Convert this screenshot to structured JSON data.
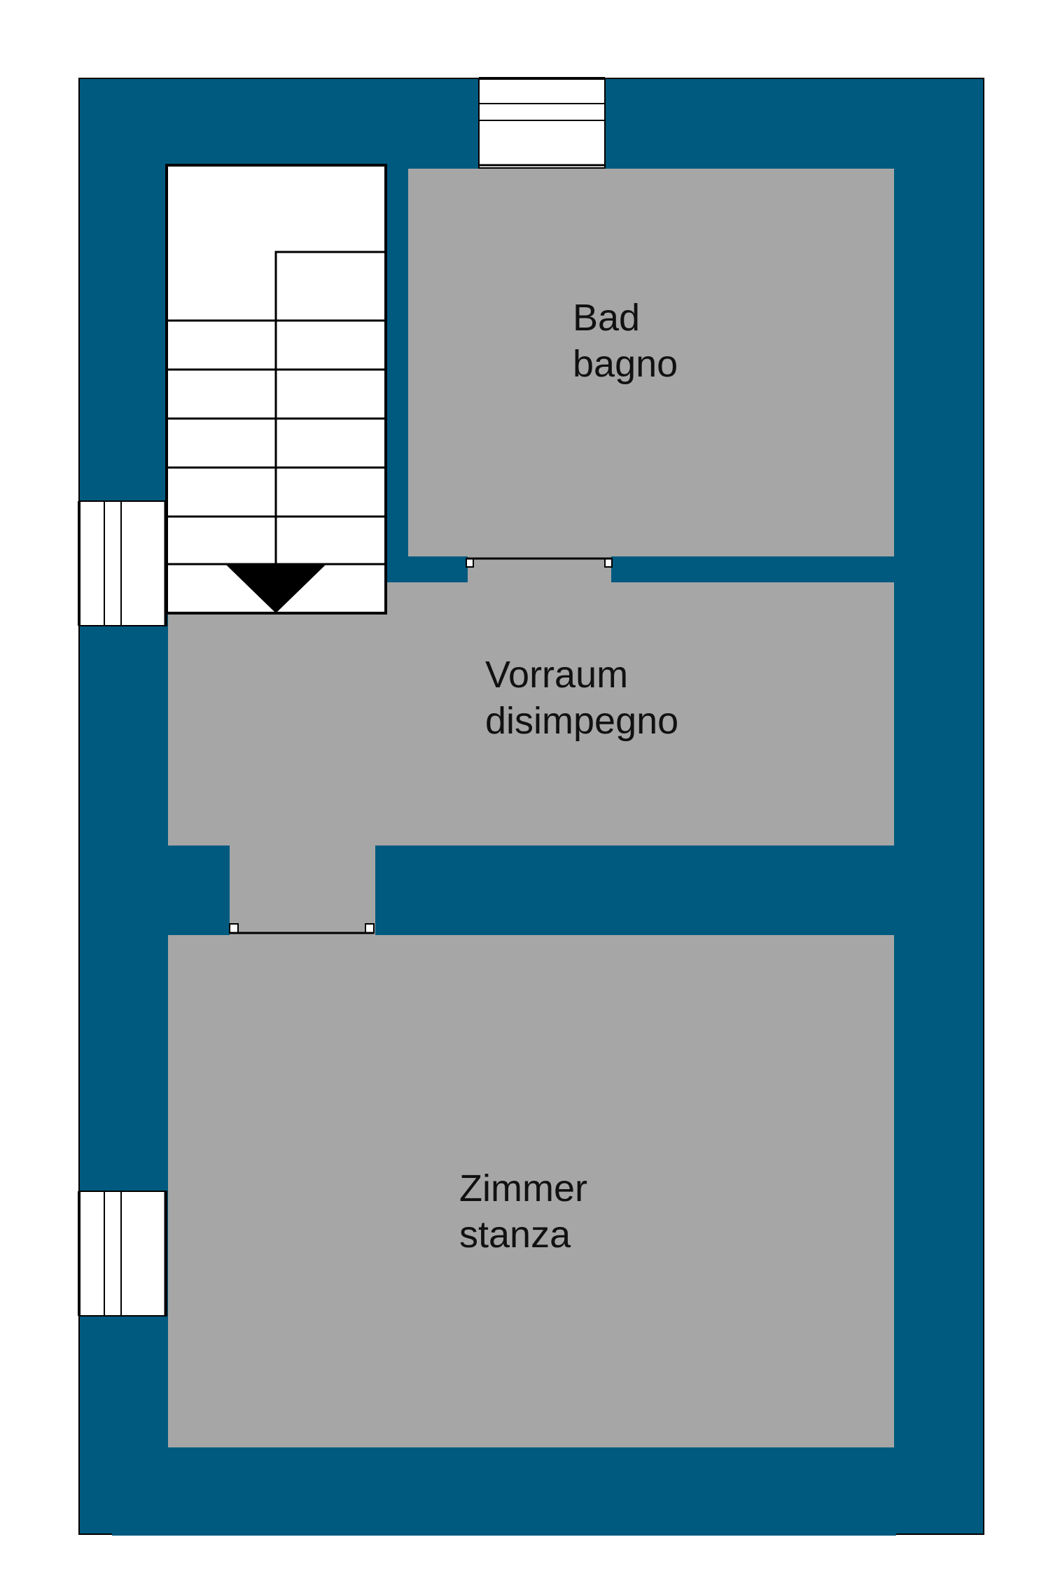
{
  "colors": {
    "wall": "#005a7f",
    "floor": "#a6a6a6",
    "background": "#ffffff",
    "line": "#000000"
  },
  "rooms": {
    "bath": {
      "line1": "Bad",
      "line2": "bagno"
    },
    "hall": {
      "line1": "Vorraum",
      "line2": "disimpegno"
    },
    "room": {
      "line1": "Zimmer",
      "line2": "stanza"
    }
  },
  "stair": {
    "direction": "down"
  }
}
